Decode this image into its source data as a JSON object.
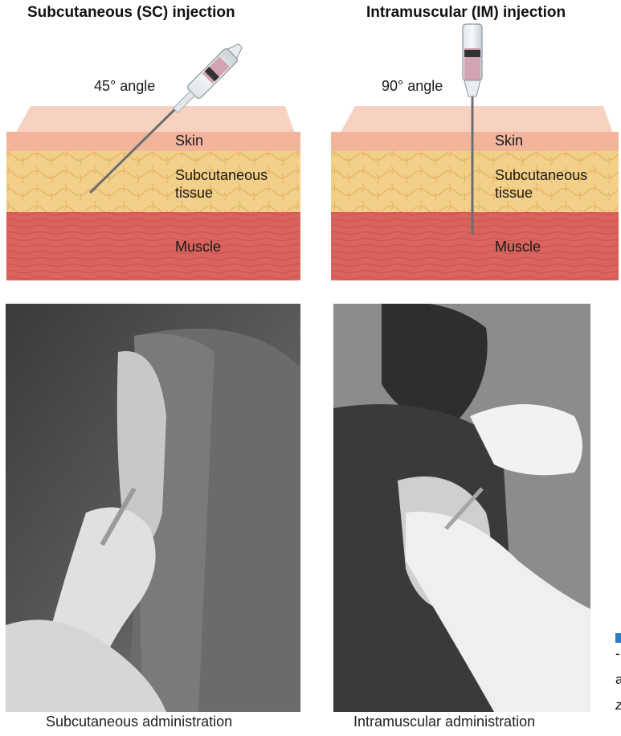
{
  "panels": {
    "sc": {
      "title": "Subcutaneous (SC) injection",
      "angle": "45° angle",
      "skin": "Skin",
      "subq_line1": "Subcutaneous",
      "subq_line2": "tissue",
      "muscle": "Muscle",
      "caption": "Subcutaneous administration"
    },
    "im": {
      "title": "Intramuscular (IM) injection",
      "angle": "90° angle",
      "skin": "Skin",
      "subq_line1": "Subcutaneous",
      "subq_line2": "tissue",
      "muscle": "Muscle",
      "caption": "Intramuscular administration"
    }
  },
  "clipped_text": {
    "line1": "-",
    "line2": "a",
    "line3": "z"
  },
  "colors": {
    "skin": "#f2b59c",
    "skin_top": "#f8d2c0",
    "fat": "#f3d08a",
    "muscle": "#d9645e",
    "needle": "#777777",
    "accent": "#2b7cc0"
  }
}
